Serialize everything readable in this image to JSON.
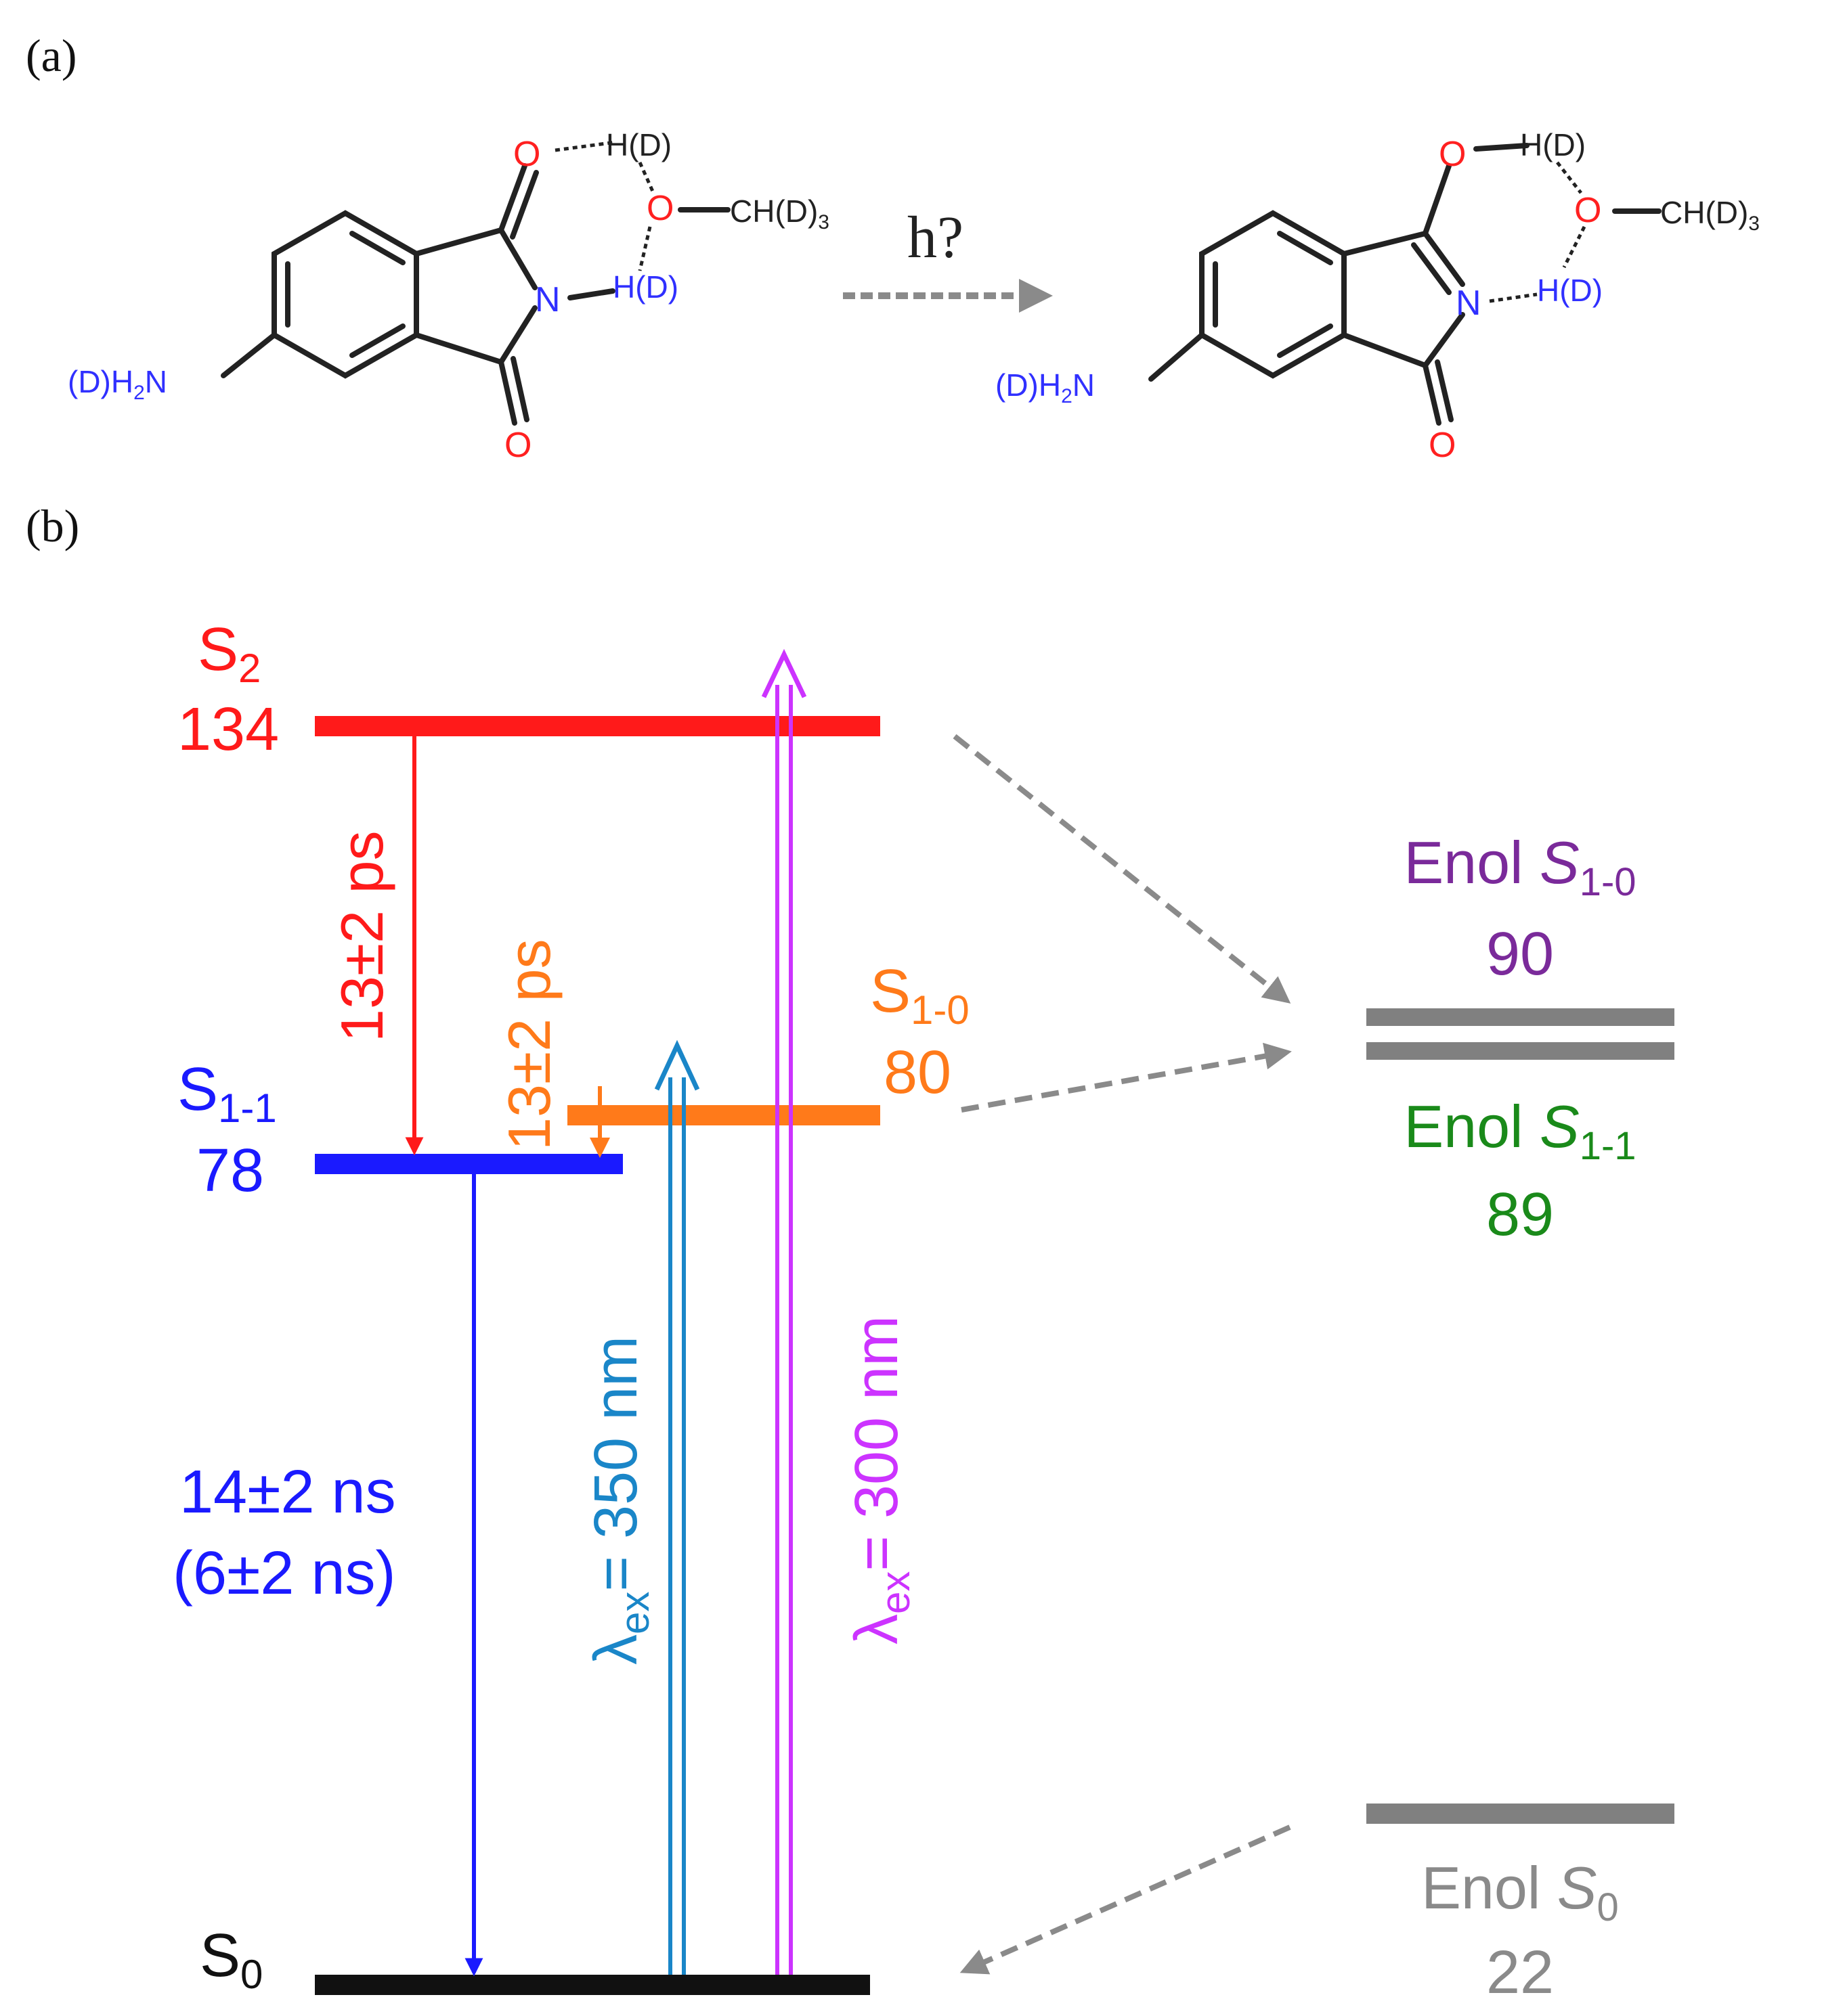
{
  "panels": {
    "a": "(a)",
    "b": "(b)"
  },
  "scheme": {
    "reaction_label": "h?",
    "left": {
      "carbonyl_o_top": "O",
      "carbonyl_o_bottom": "O",
      "nitrogen": "N",
      "amine": "(D)H",
      "amine_n": "N",
      "h_top": "H(D)",
      "methanol_o": "O",
      "methyl": "CH(D)",
      "h_nh": "H(D)"
    },
    "right": {
      "enol_o_top": "O",
      "carbonyl_o_bottom": "O",
      "nitrogen": "N",
      "amine": "(D)H",
      "amine_n": "N",
      "h_top": "H(D)",
      "methanol_o": "O",
      "methyl": "CH(D)",
      "h_n": "H(D)"
    }
  },
  "levels": {
    "s2": {
      "name": "S",
      "sub": "2",
      "value": "134"
    },
    "s10": {
      "name": "S",
      "sub": "1-0",
      "value": "80"
    },
    "s11": {
      "name": "S",
      "sub": "1-1",
      "value": "78"
    },
    "s0": {
      "name": "S",
      "sub": "0"
    },
    "enol_s10": {
      "prefix": "Enol ",
      "name": "S",
      "sub": "1-0",
      "value": "90"
    },
    "enol_s11": {
      "prefix": "Enol ",
      "name": "S",
      "sub": "1-1",
      "value": "89"
    },
    "enol_s0": {
      "prefix": "Enol ",
      "name": "S",
      "sub": "0",
      "value": "22"
    }
  },
  "transitions": {
    "s2_to_s11": "13±2 ps",
    "s10_to_s11": "13±2 ps",
    "fluorescence_line1": "14±2 ns",
    "fluorescence_line2": "(6±2 ns)",
    "ex350": {
      "lambda": "λ",
      "sub": "ex",
      "text": "= 350 nm"
    },
    "ex300": {
      "lambda": "λ",
      "sub": "ex",
      "text": "= 300 nm"
    }
  },
  "colors": {
    "s2": "#ff1a1a",
    "s10": "#ff7a1a",
    "s11": "#1a1aff",
    "s0": "#111111",
    "ex350": "#1a86c8",
    "ex300": "#cc33ff",
    "enol_s10": "#7a2a9a",
    "enol_s11": "#1a8a1a",
    "enol_s0": "#8a8a8a",
    "enol_bar": "#808080",
    "dashed_arrow": "#8a8a8a",
    "heteroatom_o": "#ff2020",
    "heteroatom_n": "#3030ff"
  }
}
